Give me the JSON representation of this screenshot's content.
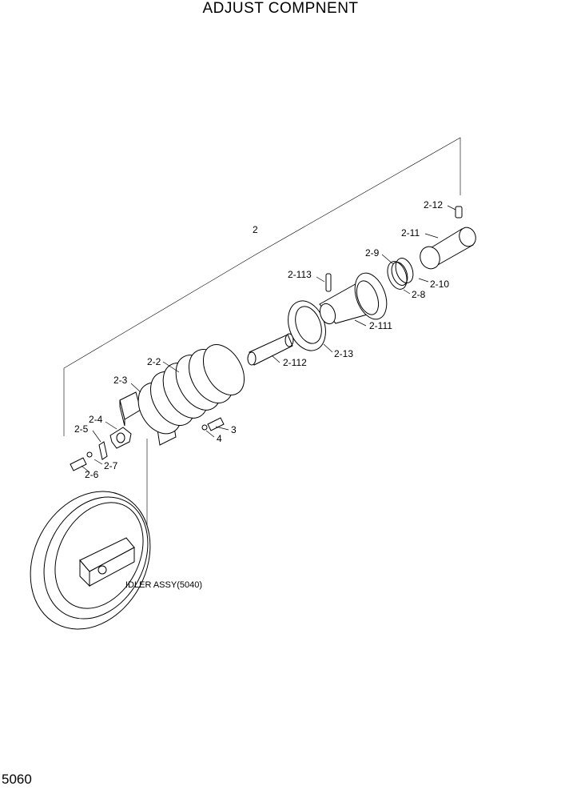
{
  "page": {
    "title": "ADJUST COMPNENT",
    "page_number": "5060"
  },
  "callouts": [
    {
      "id": "c-2",
      "label": "2"
    },
    {
      "id": "c-2-12",
      "label": "2-12"
    },
    {
      "id": "c-2-11",
      "label": "2-11"
    },
    {
      "id": "c-2-9",
      "label": "2-9"
    },
    {
      "id": "c-2-10",
      "label": "2-10"
    },
    {
      "id": "c-2-8",
      "label": "2-8"
    },
    {
      "id": "c-2-113",
      "label": "2-113"
    },
    {
      "id": "c-2-111",
      "label": "2-111"
    },
    {
      "id": "c-2-13",
      "label": "2-13"
    },
    {
      "id": "c-2-112",
      "label": "2-112"
    },
    {
      "id": "c-2-2",
      "label": "2-2"
    },
    {
      "id": "c-2-3",
      "label": "2-3"
    },
    {
      "id": "c-2-4",
      "label": "2-4"
    },
    {
      "id": "c-2-5",
      "label": "2-5"
    },
    {
      "id": "c-3",
      "label": "3"
    },
    {
      "id": "c-4",
      "label": "4"
    },
    {
      "id": "c-2-7",
      "label": "2-7"
    },
    {
      "id": "c-2-6",
      "label": "2-6"
    },
    {
      "id": "c-idler",
      "label": "IDLER ASSY(5040)"
    }
  ]
}
